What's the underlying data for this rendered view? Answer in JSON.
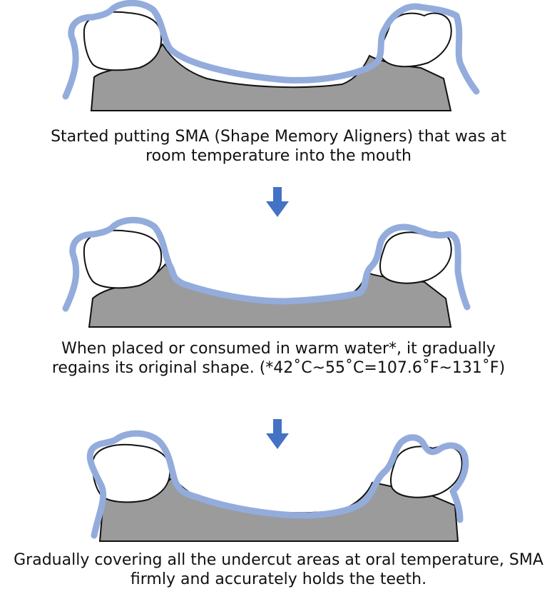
{
  "steps": [
    {
      "caption_line1": "Started putting SMA (Shape Memory Aligners) that was at",
      "caption_line2": "room temperature into the mouth"
    },
    {
      "caption_line1": "When placed or consumed in warm water*, it gradually",
      "caption_line2": "regains its original shape. (*42˚C~55˚C=107.6˚F~131˚F)"
    },
    {
      "caption_line1": "Gradually covering all the undercut areas at oral temperature, SMA",
      "caption_line2": "firmly and accurately holds the teeth."
    }
  ],
  "colors": {
    "gum": "#9b9b9b",
    "tooth": "#ffffff",
    "outline": "#111111",
    "aligner": "#93acdc",
    "arrow": "#4472c4"
  }
}
